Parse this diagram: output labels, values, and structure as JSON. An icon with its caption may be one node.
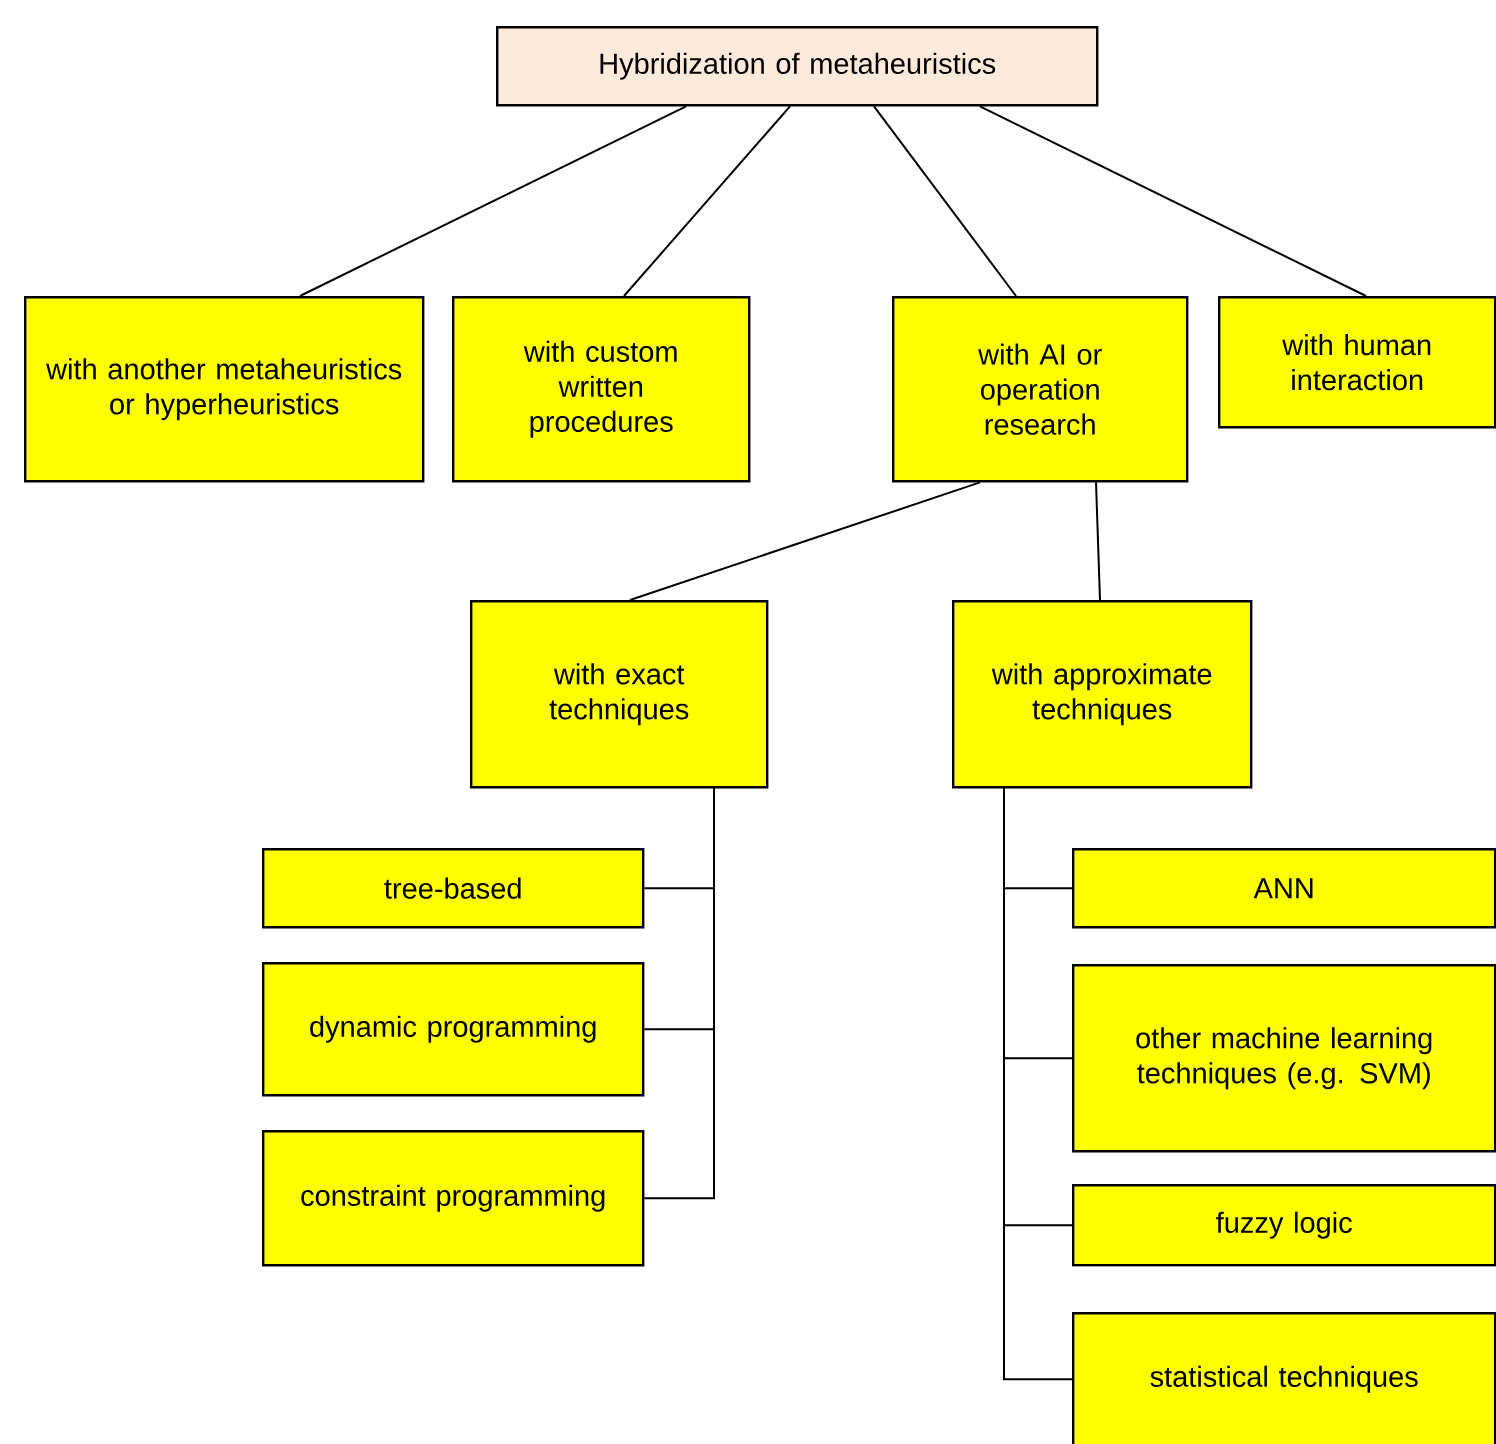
{
  "diagram": {
    "nodes": [
      {
        "text": [
          "Hybridization of metaheuristics"
        ]
      },
      {
        "text": [
          "with another metaheuristics or hyperheuristics"
        ]
      },
      {
        "text": [
          "with custom written procedures"
        ]
      },
      {
        "text": [
          "with AI or operation research"
        ]
      },
      {
        "text": [
          "with human interaction"
        ]
      },
      {
        "text": [
          "with exact techniques"
        ]
      },
      {
        "text": [
          "with approximate techniques"
        ]
      },
      {
        "text": [
          "tree-based"
        ]
      },
      {
        "text": [
          "dynamic programming"
        ]
      },
      {
        "text": [
          "constraint programming"
        ]
      },
      {
        "text": [
          "ANN"
        ]
      },
      {
        "text": [
          "other machine learning techniques (e.g. SVM)"
        ]
      },
      {
        "text": [
          "fuzzy logic"
        ]
      },
      {
        "text": [
          "statistical techniques"
        ]
      }
    ],
    "edges": [
      {
        "from": 0,
        "to": 1,
        "arrow": "none"
      },
      {
        "from": 0,
        "to": 2,
        "arrow": "none"
      },
      {
        "from": 0,
        "to": 3,
        "arrow": "none"
      },
      {
        "from": 0,
        "to": 4,
        "arrow": "none"
      },
      {
        "from": 3,
        "to": 5,
        "arrow": "none"
      },
      {
        "from": 3,
        "to": 6,
        "arrow": "none"
      },
      {
        "from": 5,
        "to": 7,
        "arrow": "none"
      },
      {
        "from": 5,
        "to": 8,
        "arrow": "none"
      },
      {
        "from": 5,
        "to": 9,
        "arrow": "none"
      },
      {
        "from": 6,
        "to": 10,
        "arrow": "none"
      },
      {
        "from": 6,
        "to": 11,
        "arrow": "none"
      },
      {
        "from": 6,
        "to": 12,
        "arrow": "none"
      },
      {
        "from": 6,
        "to": 13,
        "arrow": "none"
      }
    ]
  }
}
